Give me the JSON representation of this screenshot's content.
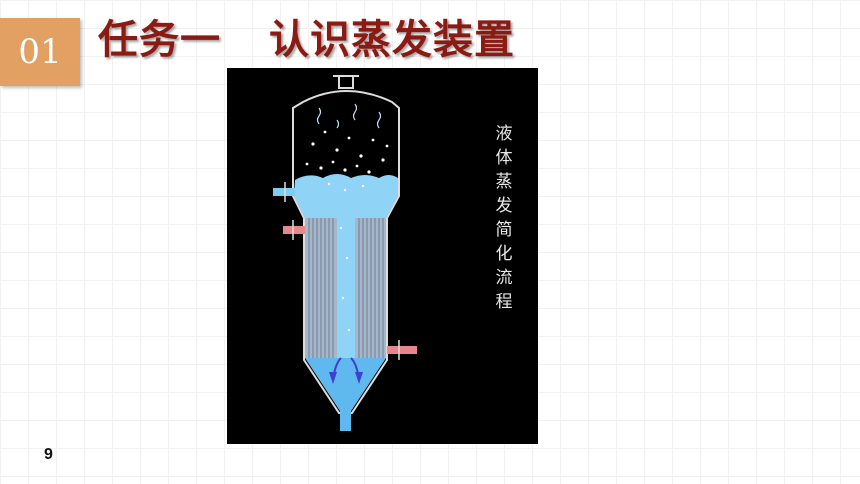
{
  "slide": {
    "number_badge": "01",
    "title_part1": "任务一",
    "title_part2": "认识蒸发装置",
    "page_number": "9"
  },
  "figure": {
    "label_chars": [
      "液",
      "体",
      "蒸",
      "发",
      "简",
      "化",
      "流",
      "程"
    ],
    "colors": {
      "background": "#000000",
      "liquid": "#8fd3f6",
      "liquid_deep": "#5fb8ee",
      "tube": "#a6b7c9",
      "inlet_blue": "#7ecdf0",
      "inlet_red": "#e8878b",
      "arrow": "#3f3fd0",
      "outline": "#dddddd"
    }
  }
}
